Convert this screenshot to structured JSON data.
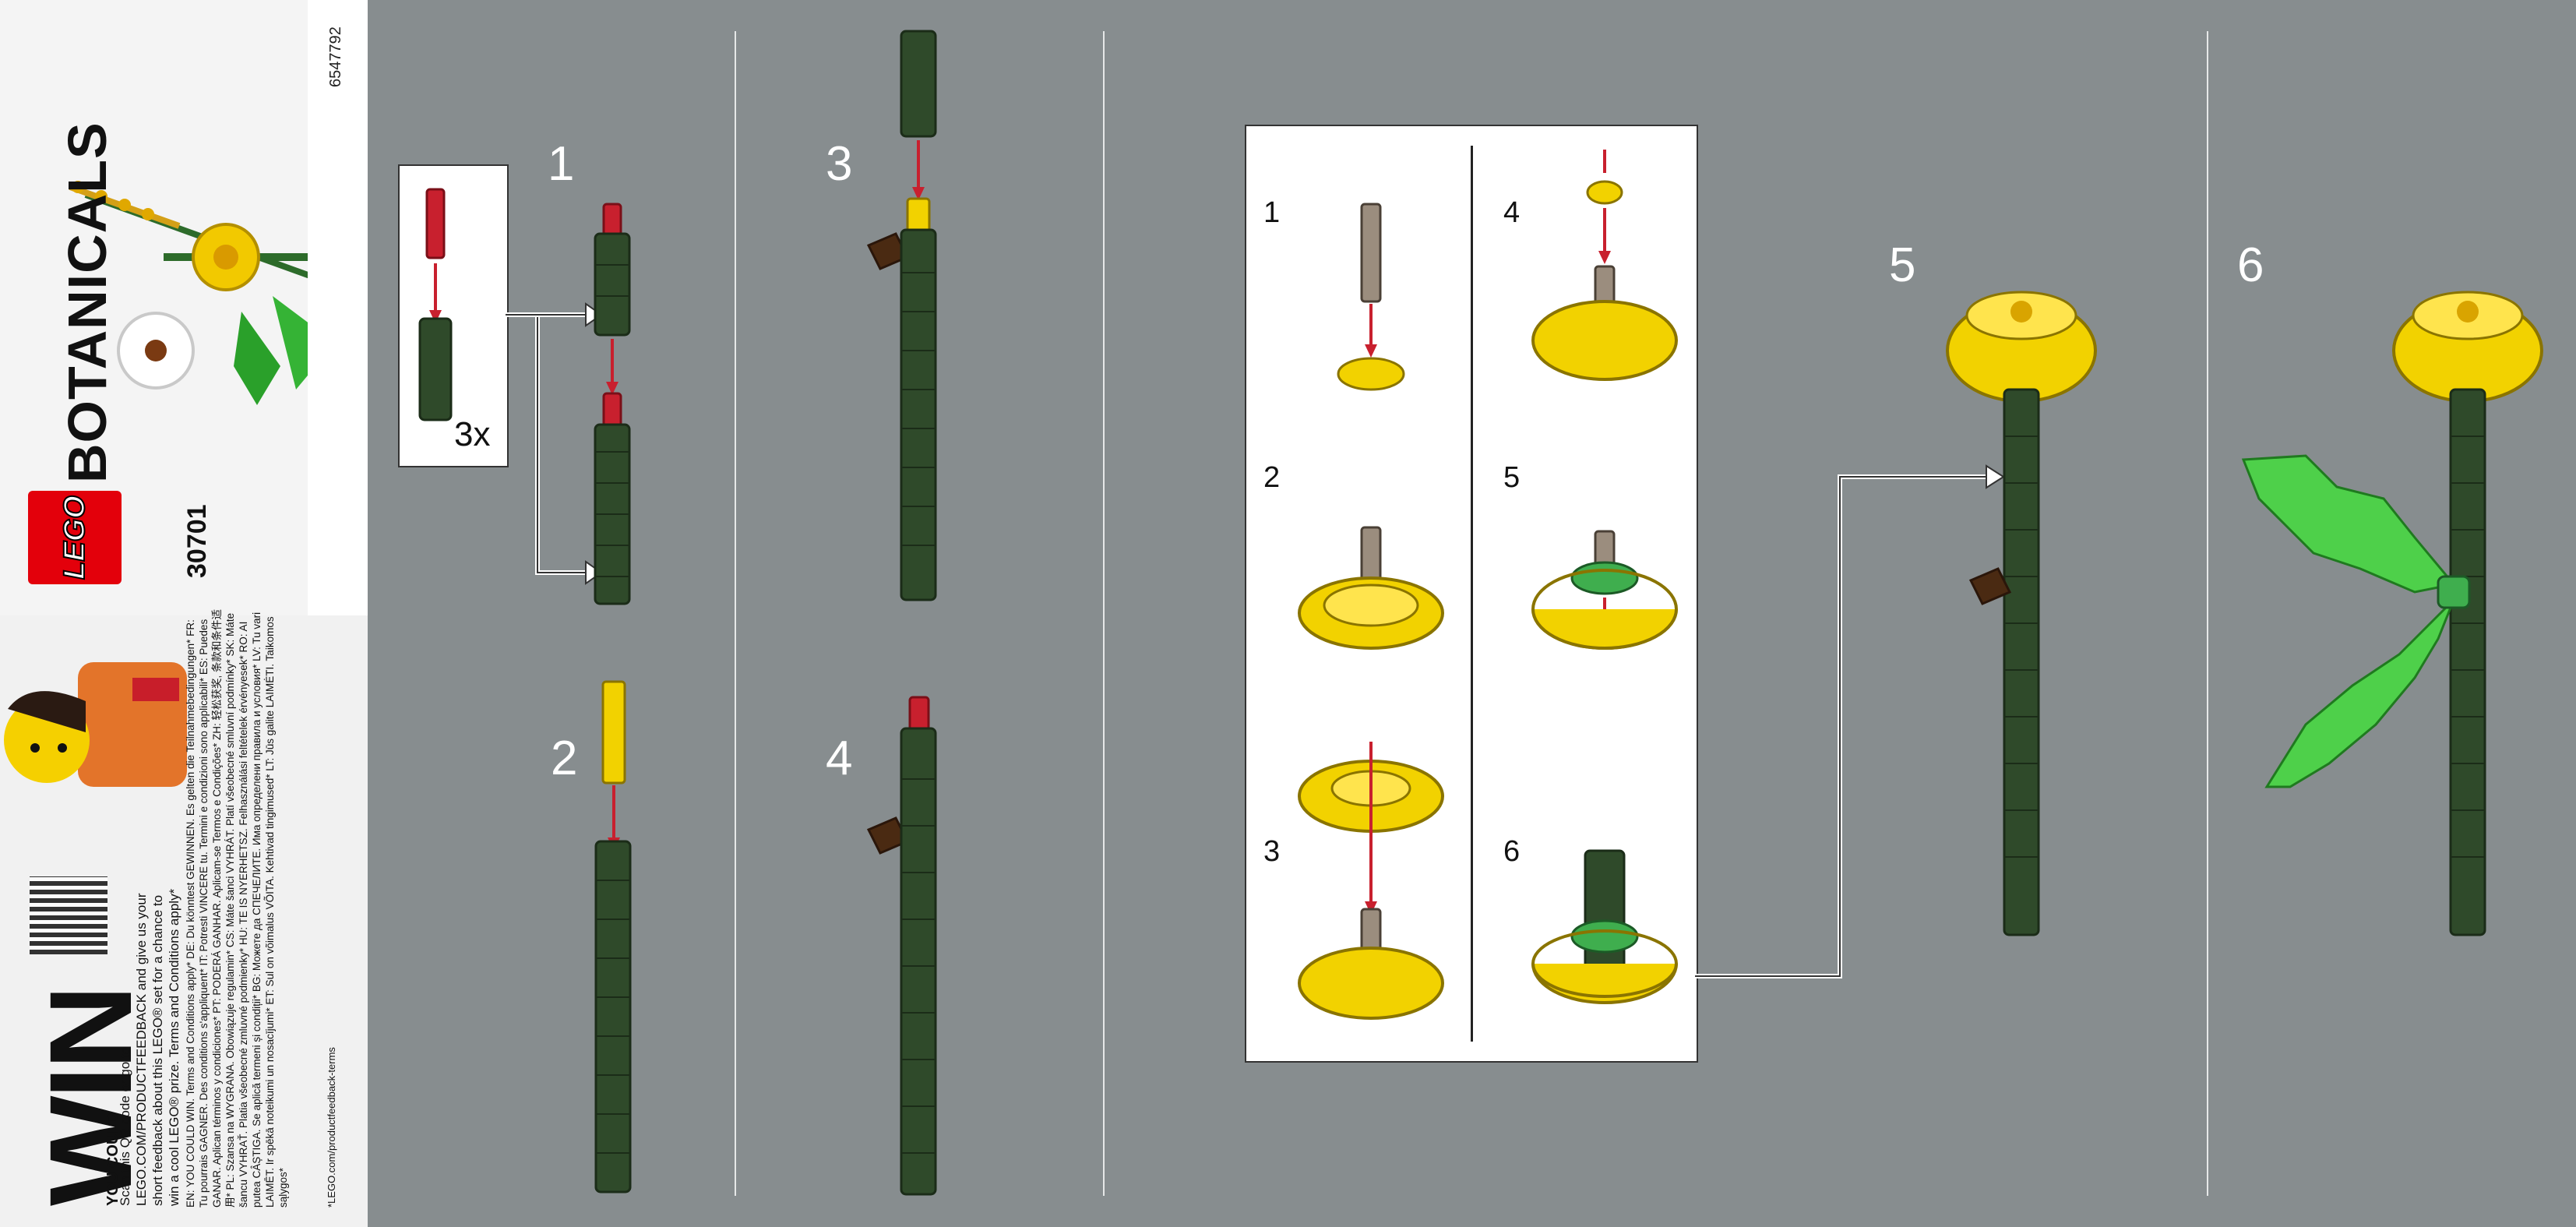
{
  "cover": {
    "brand": "BOTANICALS",
    "logo": "LEGO",
    "set_number": "30701",
    "part_number": "6547792",
    "win_heading": "WIN",
    "you_could": "YOU COULD",
    "scan_text": "Scan this QR code or go to LEGO.COM/PRODUCTFEEDBACK and give us your short feedback about this LEGO® set for a chance to win a cool LEGO® prize. Terms and Conditions apply*",
    "legal_text": "EN: YOU COULD WIN. Terms and Conditions apply* DE: Du könntest GEWINNEN. Es gelten die Teilnahmebedingungen* FR: Tu pourrais GAGNER. Des conditions s'appliquent* IT: Potresti VINCERE tu. Termini e condizioni sono applicabili* ES: Puedes GANAR. Aplican términos y condiciones* PT: PODERÁ GANHAR. Aplicam-se Termos e Condições* ZH: 轻松获奖, 条款和条件适用* PL: Szansa na WYGRANA. Obowiązuje regulamin* CS: Máte šanci VYHRÁT. Platí všeobecné smluvní podmínky* SK: Máte šancu VYHRAŤ. Platia všeobecné zmluvné podmienky* HU: TE IS NYERHETSZ. Felhasználási feltételek érvényesek* RO: AI putea CÂȘTIGA. Se aplică termeni și condiții* BG: Можете да СПЕЧЕЛИТЕ. Има определени правила и условия* LV: Tu vari LAIMĒT. Ir spēkā noteikumi un nosacījumi* ET: Sul on võimalus VÕITA. Kehtivad tingimused* LT: Jūs galite LAIMĖTI. Taikomos sąlygos*",
    "terms_url": "*LEGO.com/productfeedback-terms",
    "qr_icon": "qr-code-icon"
  },
  "panel1": {
    "multiplier": "3x",
    "step1": "1",
    "step2": "2"
  },
  "panel2": {
    "step3": "3",
    "step4": "4"
  },
  "panel3": {
    "sub_steps": [
      "1",
      "2",
      "3",
      "4",
      "5",
      "6"
    ],
    "step5": "5"
  },
  "panel4": {
    "step6": "6"
  },
  "colors": {
    "background": "#878d8f",
    "stem_green": "#2f4a2a",
    "flower_yellow": "#f2d200",
    "leaf_green": "#3fbf3a",
    "axle_red": "#c8202e",
    "lego_red": "#e3000b"
  }
}
